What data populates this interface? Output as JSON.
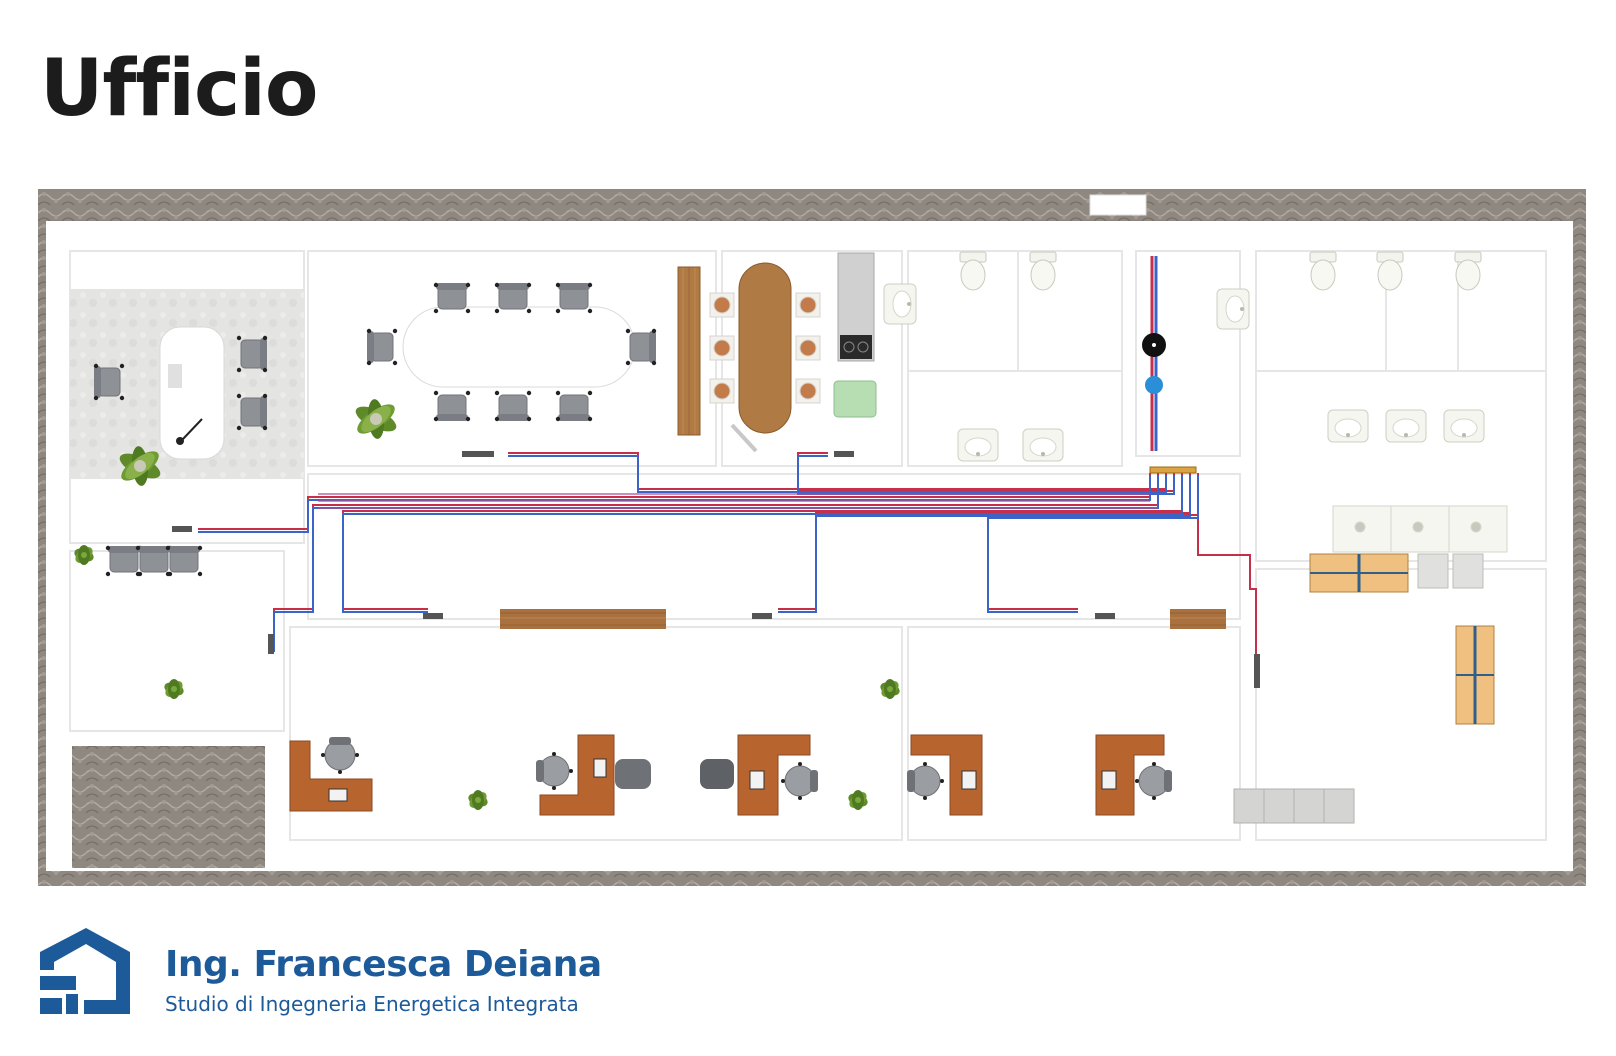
{
  "page": {
    "title": "Ufficio"
  },
  "plan": {
    "rooms": [
      {
        "id": "reception"
      },
      {
        "id": "meeting-room"
      },
      {
        "id": "kitchen"
      },
      {
        "id": "restroom-a"
      },
      {
        "id": "technical-room"
      },
      {
        "id": "restroom-b"
      },
      {
        "id": "corridor"
      },
      {
        "id": "waiting-area"
      },
      {
        "id": "open-office-1"
      },
      {
        "id": "open-office-2"
      },
      {
        "id": "locker-room"
      }
    ],
    "colors": {
      "wall": "#8f8880",
      "floor": "#ffffff",
      "partition": "#e6e6e6",
      "wood_table": "#b07a45",
      "desk": "#b8642e",
      "chair": "#8e9196",
      "pipe_red": "#c62f4a",
      "pipe_blue": "#3c64c8",
      "plant": "#5e8a2a",
      "brand_blue": "#1d5a99"
    },
    "icons": [
      "chair-icon",
      "desk-icon",
      "plant-icon",
      "toilet-icon",
      "sink-icon",
      "bench-icon",
      "cooktop-icon",
      "manifold-icon"
    ]
  },
  "brand": {
    "name": "Ing. Francesca Deiana",
    "subtitle": "Studio di Ingegneria Energetica Integrata"
  }
}
